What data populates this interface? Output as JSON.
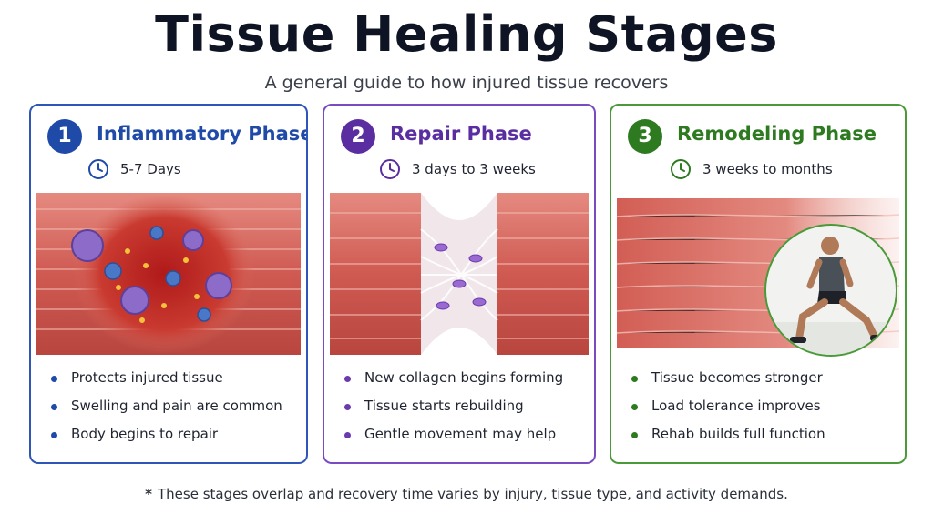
{
  "title": "Tissue Healing Stages",
  "subtitle": "A general guide to how injured tissue recovers",
  "colors": {
    "phase1": "#1f4aa8",
    "phase2": "#5a2ea0",
    "phase3": "#2d7a20",
    "muscle": "#d9675f"
  },
  "phases": [
    {
      "number": "1",
      "name": "Inflammatory Phase",
      "duration": "5-7 Days",
      "icon": "clock-icon",
      "bullets": [
        "Protects injured tissue",
        "Swelling and pain are common",
        "Body begins to repair"
      ]
    },
    {
      "number": "2",
      "name": "Repair Phase",
      "duration": "3 days to 3 weeks",
      "icon": "clock-icon",
      "bullets": [
        "New collagen begins forming",
        "Tissue starts rebuilding",
        "Gentle movement may help"
      ]
    },
    {
      "number": "3",
      "name": "Remodeling Phase",
      "duration": "3 weeks to months",
      "icon": "clock-icon",
      "bullets": [
        "Tissue becomes stronger",
        "Load tolerance improves",
        "Rehab builds full function"
      ]
    }
  ],
  "footnote_mark": "*",
  "footnote": "These stages overlap and recovery time varies by injury, tissue type, and activity demands."
}
